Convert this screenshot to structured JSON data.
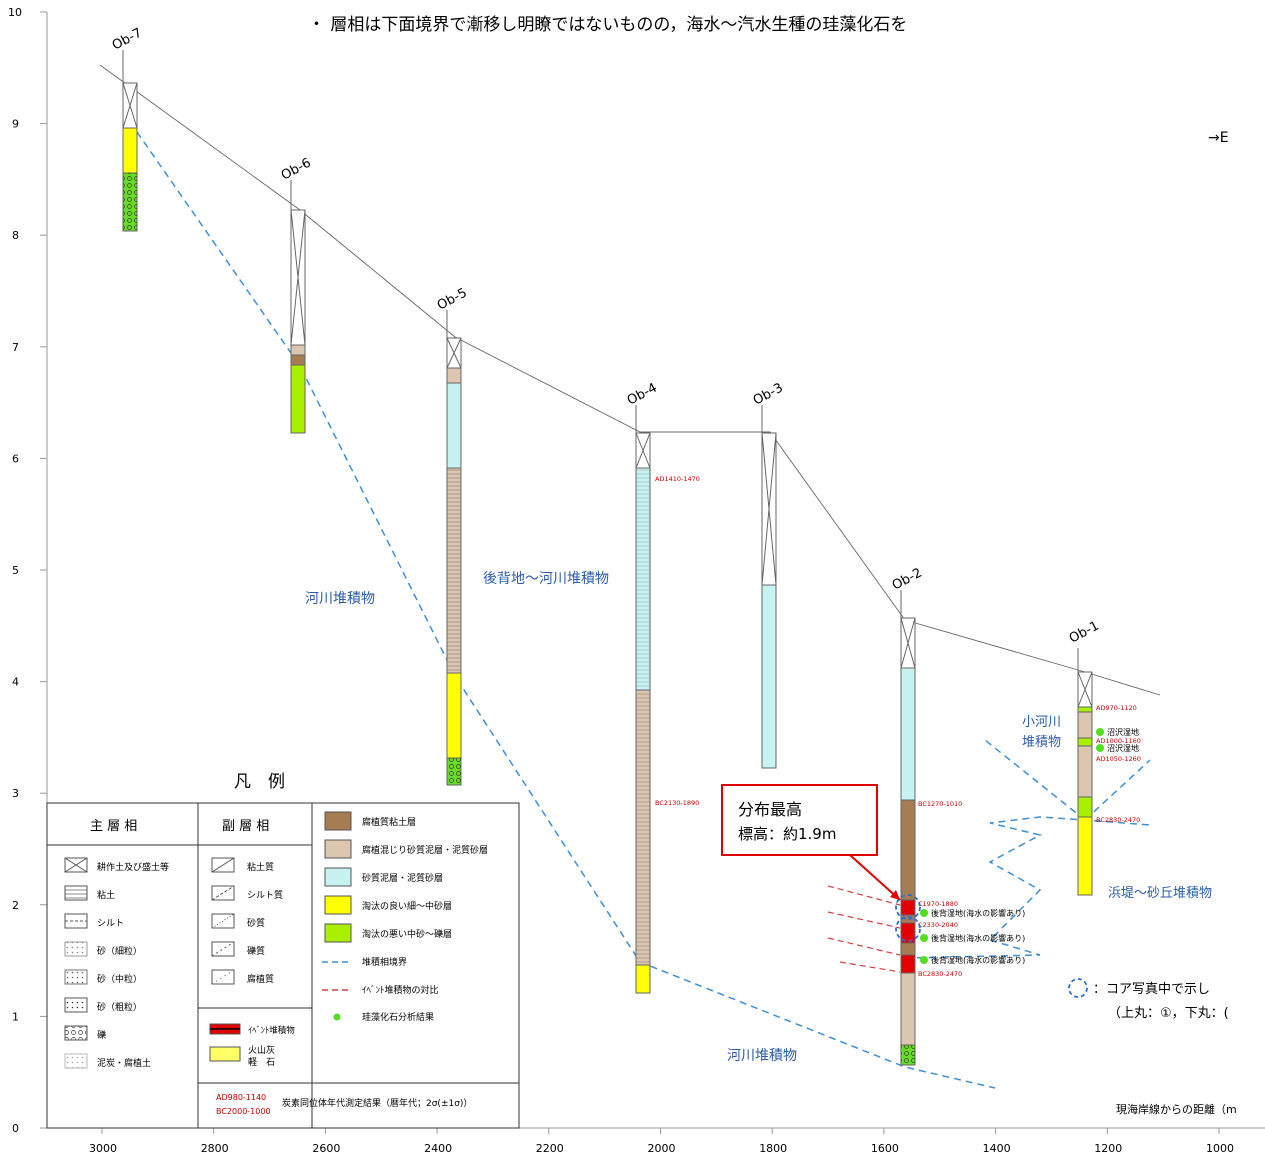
{
  "top_note": "・ 層相は下面境界で漸移し明瞭ではないものの，海水〜汽水生種の珪藻化石を",
  "direction": "→E",
  "y_axis": {
    "ticks": [
      "0",
      "1",
      "2",
      "3",
      "4",
      "5",
      "6",
      "7",
      "8",
      "9",
      "10"
    ]
  },
  "x_axis": {
    "ticks": [
      "3000",
      "2800",
      "2600",
      "2400",
      "2200",
      "2000",
      "1800",
      "1600",
      "1400",
      "1200",
      "1000"
    ],
    "label": "現海岸線からの距離（m"
  },
  "boreholes": [
    {
      "id": "Ob-7"
    },
    {
      "id": "Ob-6"
    },
    {
      "id": "Ob-5"
    },
    {
      "id": "Ob-4"
    },
    {
      "id": "Ob-3"
    },
    {
      "id": "Ob-2"
    },
    {
      "id": "Ob-1"
    }
  ],
  "region_labels": {
    "river_upper": "河川堆積物",
    "backswamp": "後背地〜河川堆積物",
    "small_river_1": "小河川",
    "small_river_2": "堆積物",
    "beach": "浜堤〜砂丘堆積物",
    "river_lower": "河川堆積物"
  },
  "dates": {
    "ob4_a": "AD1410-1470",
    "ob4_b": "BC2130-1890",
    "ob2_a": "BC1270-1010",
    "ob2_b": "C1970-1880",
    "ob2_c": "C2330-2040",
    "ob2_d": "BC2830-2470",
    "ob1_a": "AD970-1120",
    "ob1_b": "AD1000-1160",
    "ob1_c": "AD1050-1260",
    "ob1_d": "BC2830-2470"
  },
  "diatom_labels": {
    "ob2_1": "後背湿地(海水の影響あり)",
    "ob2_2": "後背湿地(海水の影響あり)",
    "ob2_3": "後背湿地(海水の影響あり)",
    "ob1_1": "沼沢湿地",
    "ob1_2": "沼沢湿地"
  },
  "callout": {
    "line1": "分布最高",
    "line2": "標高：約1.9m"
  },
  "core_note": {
    "line1": "：コア写真中で示し",
    "line2": "（上丸：①，下丸：("
  },
  "legend": {
    "title": "凡　例",
    "main_header": "主 層 相",
    "sub_header": "副 層 相",
    "main_items": [
      "耕作土及び盛土等",
      "粘土",
      "シルト",
      "砂（細粒）",
      "砂（中粒）",
      "砂（粗粒）",
      "礫",
      "泥炭・腐植土"
    ],
    "sub_items": [
      "粘土質",
      "シルト質",
      "砂質",
      "礫質",
      "腐植質"
    ],
    "sub_extra": [
      "ｲﾍﾞﾝﾄ堆積物",
      "火山灰",
      "軽　石"
    ],
    "color_items": [
      "腐植質粘土層",
      "腐植混じり砂質泥層・泥質砂層",
      "砂質泥層・泥質砂層",
      "淘汰の良い細〜中砂層",
      "淘汰の悪い中砂〜礫層"
    ],
    "line_items": [
      "堆積相境界",
      "ｲﾍﾞﾝﾄ堆積物の対比",
      "珪藻化石分析結果"
    ],
    "date_example_1": "AD980-1140",
    "date_example_2": "BC2000-1000",
    "date_caption": "炭素同位体年代測定結果（暦年代；2σ(±1σ)）"
  },
  "colors": {
    "humic_clay": "#a67c52",
    "humic_sand": "#dcc6b0",
    "sandy_mud": "#c6f2f2",
    "well_sorted_sand": "#ffff00",
    "poorly_sorted": "#aaee00",
    "event": "#e00000",
    "boundary": "#3f8fd6",
    "event_corr": "#d04040",
    "diatom": "#55dd22"
  }
}
